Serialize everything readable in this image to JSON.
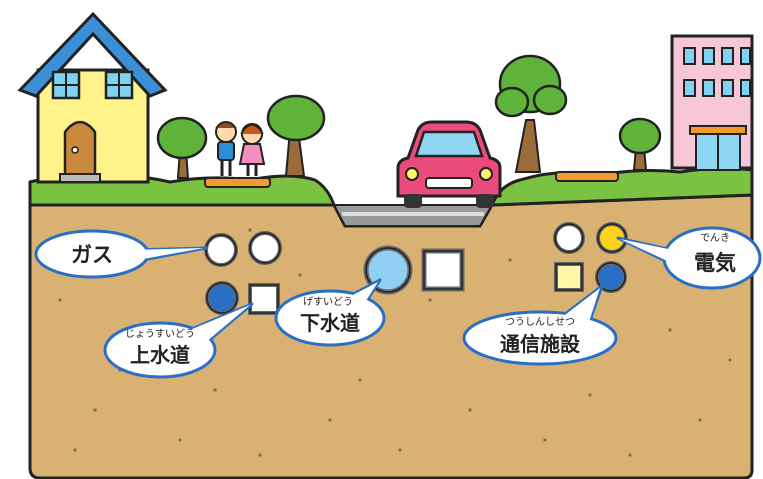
{
  "labels": {
    "gas": {
      "text": "ガス"
    },
    "denki": {
      "ruby": "でんき",
      "text": "電気"
    },
    "gesuido": {
      "ruby": "げすいどう",
      "text": "下水道"
    },
    "josuido": {
      "ruby": "じょうすいどう",
      "text": "上水道"
    },
    "tsushin": {
      "ruby": "つうしんしせつ",
      "text": "通信施設"
    }
  },
  "colors": {
    "soil": "#d8b173",
    "grass": "#7bc142",
    "sky": "#ffffff",
    "house_wall": "#fff38a",
    "house_roof": "#3a8fd6",
    "building": "#f7c6d8",
    "car": "#e94b7a",
    "pipe_gas": "#ffffff",
    "pipe_water": "#2a6fc6",
    "pipe_sewer": "#8fd0f2",
    "pipe_electric": "#ffd21a",
    "pipe_telecom_box": "#fff7a8",
    "pipe_telecom": "#2a6fc6"
  },
  "icons": [
    "house-icon",
    "building-icon",
    "car-icon",
    "tree-icon",
    "children-icon"
  ]
}
